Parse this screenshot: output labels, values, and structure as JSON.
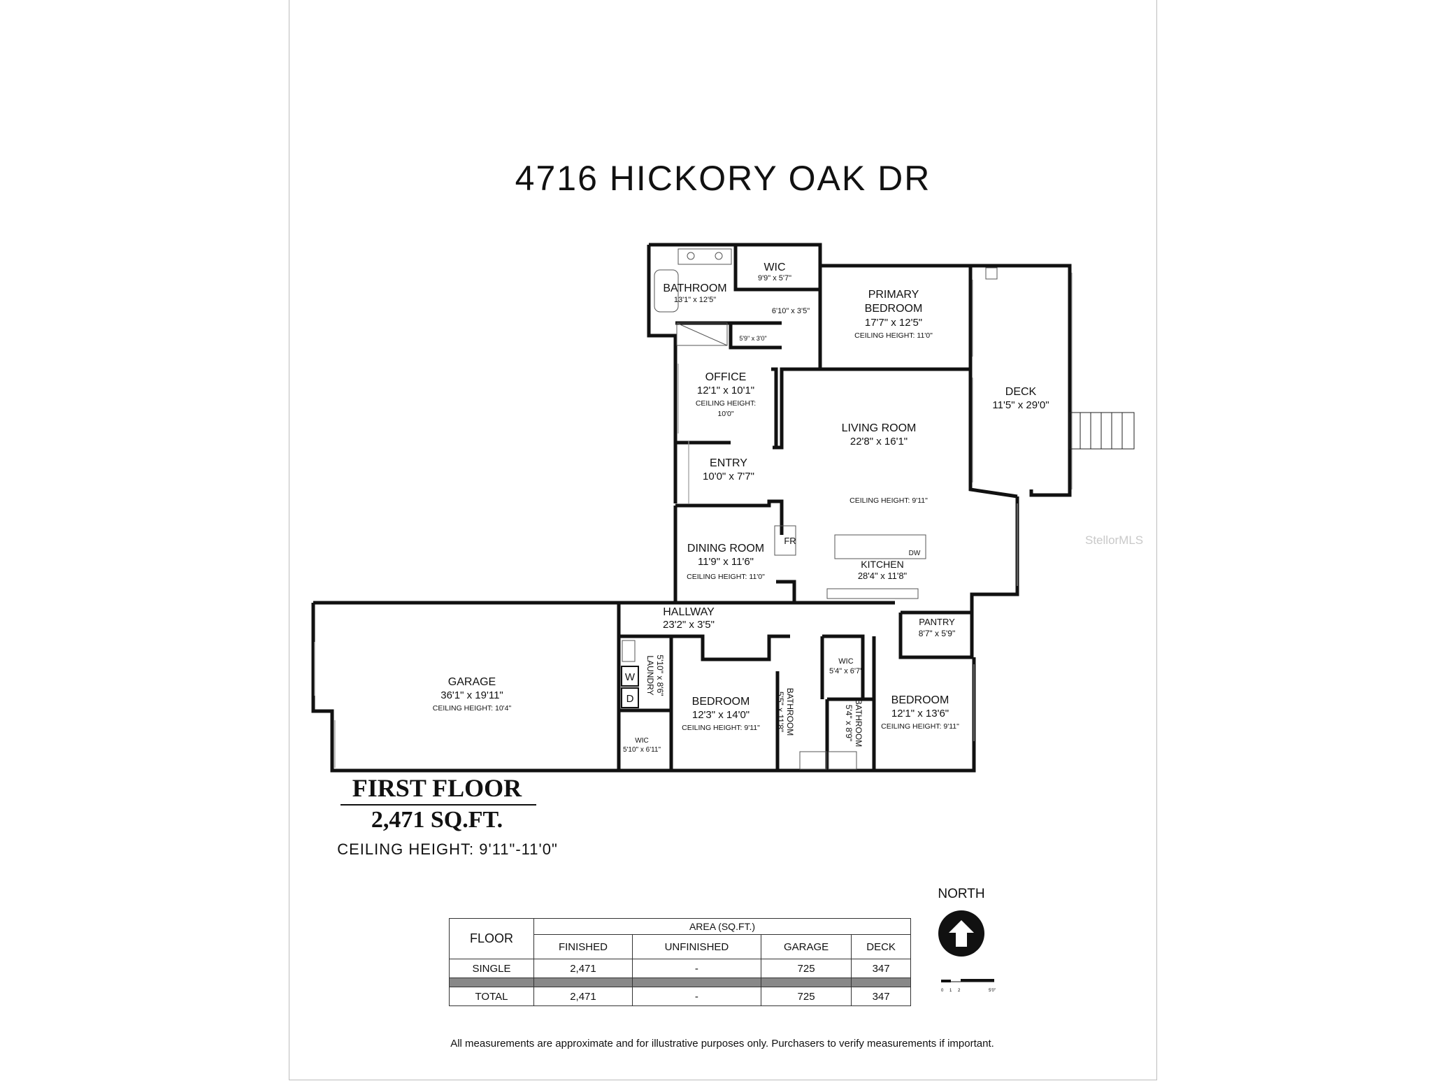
{
  "title": "4716 HICKORY OAK DR",
  "rooms": {
    "bathroom_primary": {
      "name": "BATHROOM",
      "dim": "13'1\" x 12'5\""
    },
    "wic_primary": {
      "name": "WIC",
      "dim": "9'9\" x 5'7\""
    },
    "closet_a": {
      "dim": "6'10\" x 3'5\""
    },
    "closet_b": {
      "dim": "5'9\" x 3'0\""
    },
    "primary_bedroom": {
      "name1": "PRIMARY",
      "name2": "BEDROOM",
      "dim": "17'7\" x 12'5\"",
      "ceiling": "CEILING HEIGHT: 11'0\""
    },
    "deck": {
      "name": "DECK",
      "dim": "11'5\" x 29'0\""
    },
    "office": {
      "name": "OFFICE",
      "dim": "12'1\" x 10'1\"",
      "ceiling1": "CEILING HEIGHT:",
      "ceiling2": "10'0\""
    },
    "living_room": {
      "name": "LIVING ROOM",
      "dim": "22'8\" x 16'1\"",
      "ceiling": "CEILING HEIGHT: 9'11\""
    },
    "entry": {
      "name": "ENTRY",
      "dim": "10'0\" x 7'7\""
    },
    "dining_room": {
      "name": "DINING ROOM",
      "dim": "11'9\" x 11'6\"",
      "ceiling": "CEILING HEIGHT: 11'0\""
    },
    "kitchen": {
      "name": "KITCHEN",
      "dim": "28'4\" x 11'8\"",
      "fr": "FR",
      "dw": "DW"
    },
    "hallway": {
      "name": "HALLWAY",
      "dim": "23'2\" x 3'5\""
    },
    "pantry": {
      "name": "PANTRY",
      "dim": "8'7\" x 5'9\""
    },
    "garage": {
      "name": "GARAGE",
      "dim": "36'1\" x 19'11\"",
      "ceiling": "CEILING HEIGHT: 10'4\""
    },
    "laundry": {
      "name": "LAUNDRY",
      "dim": "5'10\" x 8'6\"",
      "w": "W",
      "d": "D"
    },
    "bedroom_2": {
      "name": "BEDROOM",
      "dim": "12'3\" x 14'0\"",
      "ceiling": "CEILING HEIGHT: 9'11\""
    },
    "wic_2": {
      "name": "WIC",
      "dim": "5'10\" x 6'11\""
    },
    "bathroom_2": {
      "name": "BATHROOM",
      "dim": "5'5\" x 11'8\""
    },
    "wic_3": {
      "name": "WIC",
      "dim": "5'4\" x 6'7\""
    },
    "bathroom_3": {
      "name": "BATHROOM",
      "dim": "5'4\" x 8'9\""
    },
    "bedroom_3": {
      "name": "BEDROOM",
      "dim": "12'1\" x 13'6\"",
      "ceiling": "CEILING HEIGHT: 9'11\""
    }
  },
  "floor_summary": {
    "label": "FIRST FLOOR",
    "area": "2,471 SQ.FT.",
    "ceiling": "CEILING HEIGHT: 9'11\"-11'0\""
  },
  "compass": {
    "label": "NORTH",
    "icon": "north-arrow-icon"
  },
  "scale_bar": {
    "ticks": [
      "0",
      "1",
      "2",
      "5'0\""
    ]
  },
  "area_table": {
    "col_floor": "FLOOR",
    "area_header": "AREA (SQ.FT.)",
    "columns": [
      "FINISHED",
      "UNFINISHED",
      "GARAGE",
      "DECK"
    ],
    "rows": [
      {
        "floor": "SINGLE",
        "values": [
          "2,471",
          "-",
          "725",
          "347"
        ]
      },
      {
        "floor": "TOTAL",
        "values": [
          "2,471",
          "-",
          "725",
          "347"
        ]
      }
    ]
  },
  "disclaimer": "All measurements are approximate and for illustrative purposes only. Purchasers to verify measurements if important.",
  "watermark": "StellorMLS"
}
